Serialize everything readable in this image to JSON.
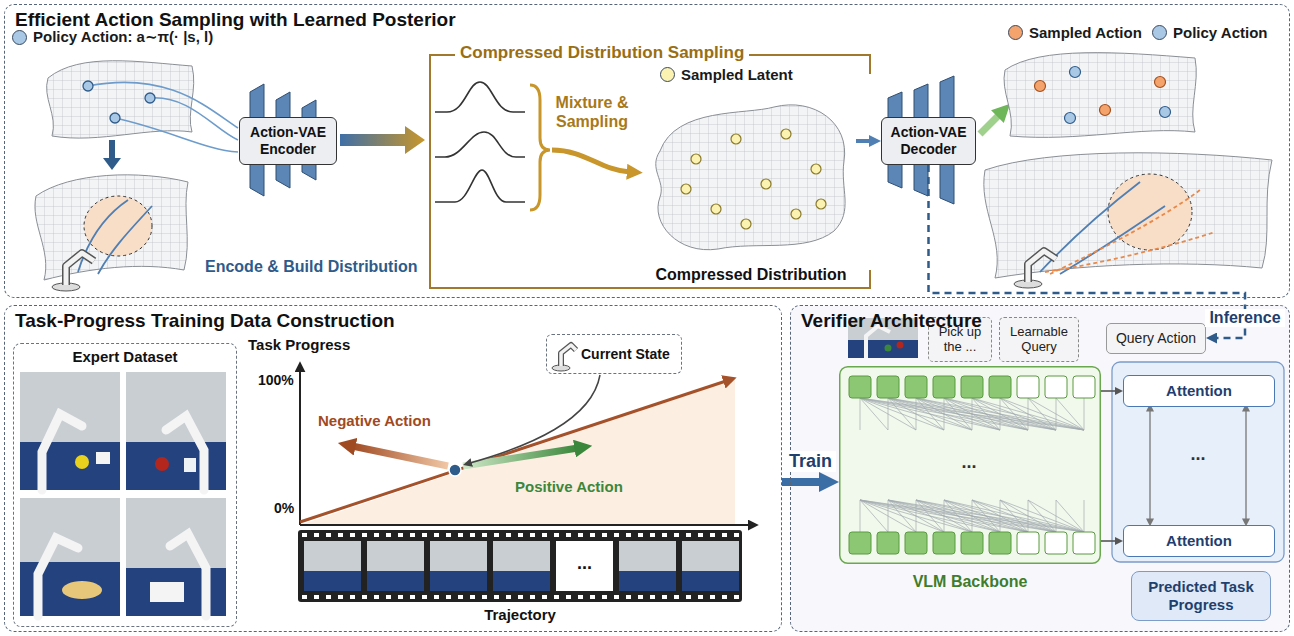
{
  "diagram": {
    "nodes": [
      {
        "text": [
          "Efficient Action Sampling with Learned Posterior"
        ]
      },
      {
        "text": [
          "Action-VAE Encoder"
        ],
        "in": 0
      },
      {
        "text": [
          "Compressed Distribution"
        ],
        "in": 0
      },
      {
        "text": [
          "Action-VAE Decoder"
        ],
        "in": 0
      },
      {
        "text": [
          "Task-Progress Training Data Construction"
        ]
      },
      {
        "text": [
          "Expert Dataset"
        ],
        "in": 4
      },
      {
        "text": [
          "Current State"
        ],
        "in": 4
      },
      {
        "text": [
          "Verifier Architecture"
        ]
      },
      {
        "text": [
          "Pick up the ..."
        ],
        "in": 7
      },
      {
        "text": [
          "Learnable Query"
        ],
        "in": 7
      },
      {
        "text": [
          "VLM Backbone"
        ],
        "in": 7
      },
      {
        "text": [
          "Query Action"
        ],
        "in": 7
      },
      {
        "text": [
          "Attention"
        ],
        "in": 7
      },
      {
        "text": [
          "Attention"
        ],
        "in": 7
      },
      {
        "text": [
          "Predicted Task Progress"
        ],
        "in": 7
      }
    ],
    "edges": [
      {
        "from": 2,
        "to": 3,
        "arrow": "to"
      },
      {
        "from": 3,
        "to": 11,
        "arrow": "to",
        "label": "Inference"
      },
      {
        "from": 4,
        "to": 10,
        "arrow": "to",
        "label": "Train"
      },
      {
        "from": 10,
        "to": 12,
        "arrow": "to"
      },
      {
        "from": 10,
        "to": 13,
        "arrow": "to"
      }
    ],
    "labels": [
      "Compressed Distribution Sampling",
      "Mixture & Sampling",
      "Encode & Build Distribution",
      "Task Progress",
      "100%",
      "0%",
      "Negative Action",
      "Positive Action",
      "...",
      "Trajectory",
      "...",
      "..."
    ],
    "legend": [
      {
        "text": "Policy Action: a∼π(· |s, l)",
        "color": "#a8c8e6"
      },
      {
        "text": "Sampled Latent",
        "color": "#fbf1b0"
      },
      {
        "text": "Sampled Action",
        "color": "#f5a36c"
      },
      {
        "text": "Policy Action",
        "color": "#a8c8e6"
      }
    ]
  }
}
